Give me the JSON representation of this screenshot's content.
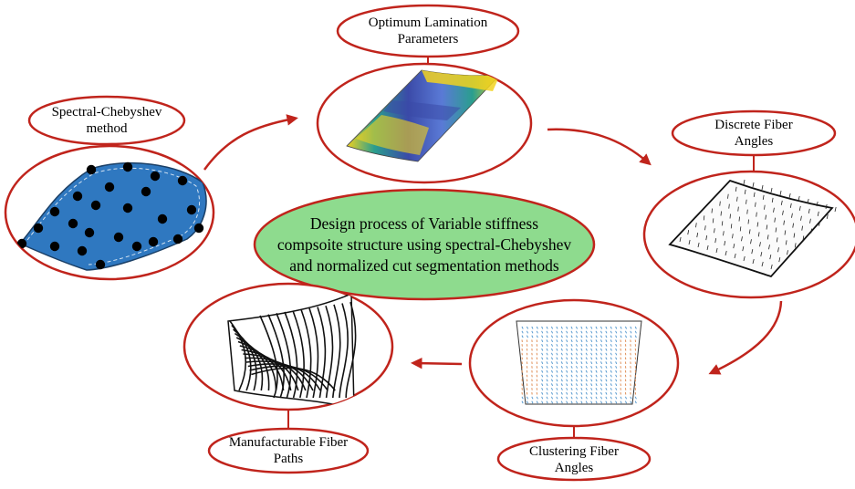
{
  "center": {
    "line1": "Design process of Variable stiffness",
    "line2": "compsoite structure using spectral-Chebyshev",
    "line3": "and normalized cut segmentation methods"
  },
  "stages": [
    {
      "id": "spectral",
      "line1": "Spectral-Chebyshev",
      "line2": "method"
    },
    {
      "id": "optimum",
      "line1": "Optimum Lamination",
      "line2": "Parameters"
    },
    {
      "id": "discrete",
      "line1": "Discrete Fiber",
      "line2": "Angles"
    },
    {
      "id": "clustering",
      "line1": "Clustering Fiber",
      "line2": "Angles"
    },
    {
      "id": "manufacturable",
      "line1": "Manufacturable Fiber",
      "line2": "Paths"
    }
  ],
  "colors": {
    "outline": "#c0241c",
    "center_fill": "#8edb8e",
    "mesh_fill": "#2f78c0",
    "node": "#000000",
    "contour_low": "#3b4aa8",
    "contour_high": "#f2d21e",
    "cluster_a": "#e0905a",
    "cluster_b": "#5a9bd0"
  },
  "icons": [
    "node-mesh-icon",
    "contour-surface-icon",
    "fiber-vector-surface-icon",
    "cluster-map-icon",
    "fiber-path-surface-icon",
    "flow-arrow-icon"
  ]
}
